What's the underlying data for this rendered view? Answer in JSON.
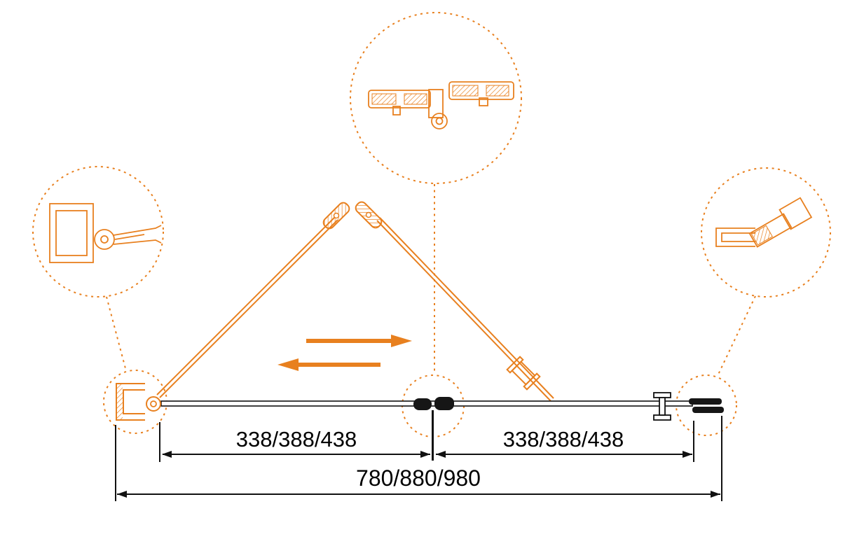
{
  "labels": {
    "dim_left": "338/388/438",
    "dim_right": "338/388/438",
    "dim_overall": "780/880/980"
  },
  "colors": {
    "accent_orange": "#E8801F",
    "line_black": "#111111",
    "background": "#FFFFFF"
  },
  "icons": {
    "top_detail": "folding-hinge-top-view-detail",
    "left_detail": "wall-mount-profile-detail",
    "right_detail": "glass-clamp-profile-detail",
    "center_detail": "center-hinge",
    "left_bottom_detail": "wall-pivot-profile",
    "right_bottom_detail": "magnetic-closure-profile",
    "arrows": "open-close-direction-arrows"
  }
}
